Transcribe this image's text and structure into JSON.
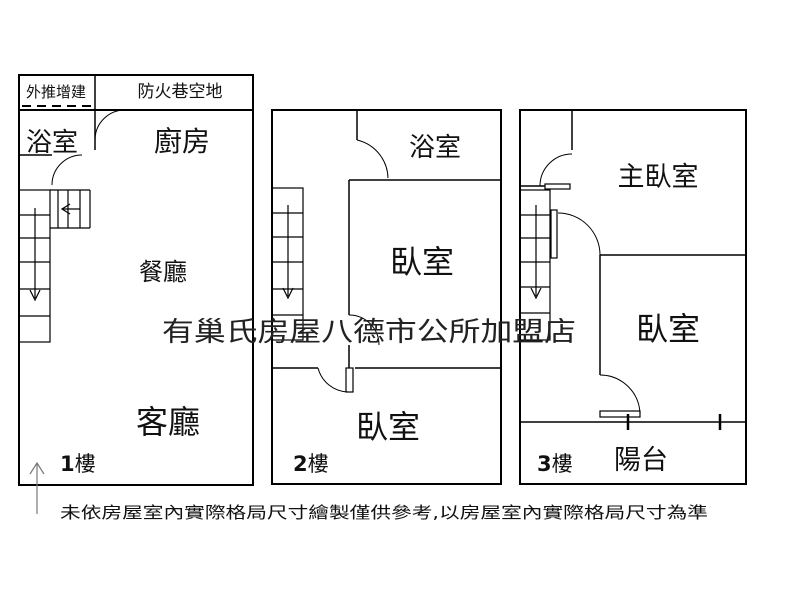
{
  "floors": [
    {
      "floor_number": "1",
      "floor_suffix": "樓",
      "rooms": {
        "annex": "外推增建",
        "alley": "防火巷空地",
        "bath": "浴室",
        "kitchen": "廚房",
        "dining": "餐廳",
        "living": "客廳"
      }
    },
    {
      "floor_number": "2",
      "floor_suffix": "樓",
      "rooms": {
        "bath": "浴室",
        "bedroom_a": "臥室",
        "bedroom_b": "臥室"
      }
    },
    {
      "floor_number": "3",
      "floor_suffix": "樓",
      "rooms": {
        "master": "主臥室",
        "bedroom": "臥室",
        "balcony": "陽台"
      }
    }
  ],
  "watermark": "有巢氏房屋八德市公所加盟店",
  "disclaimer": "未依房屋室內實際格局尺寸繪製僅供參考,以房屋室內實際格局尺寸為準",
  "colors": {
    "line": "#000000",
    "text": "#111111"
  }
}
